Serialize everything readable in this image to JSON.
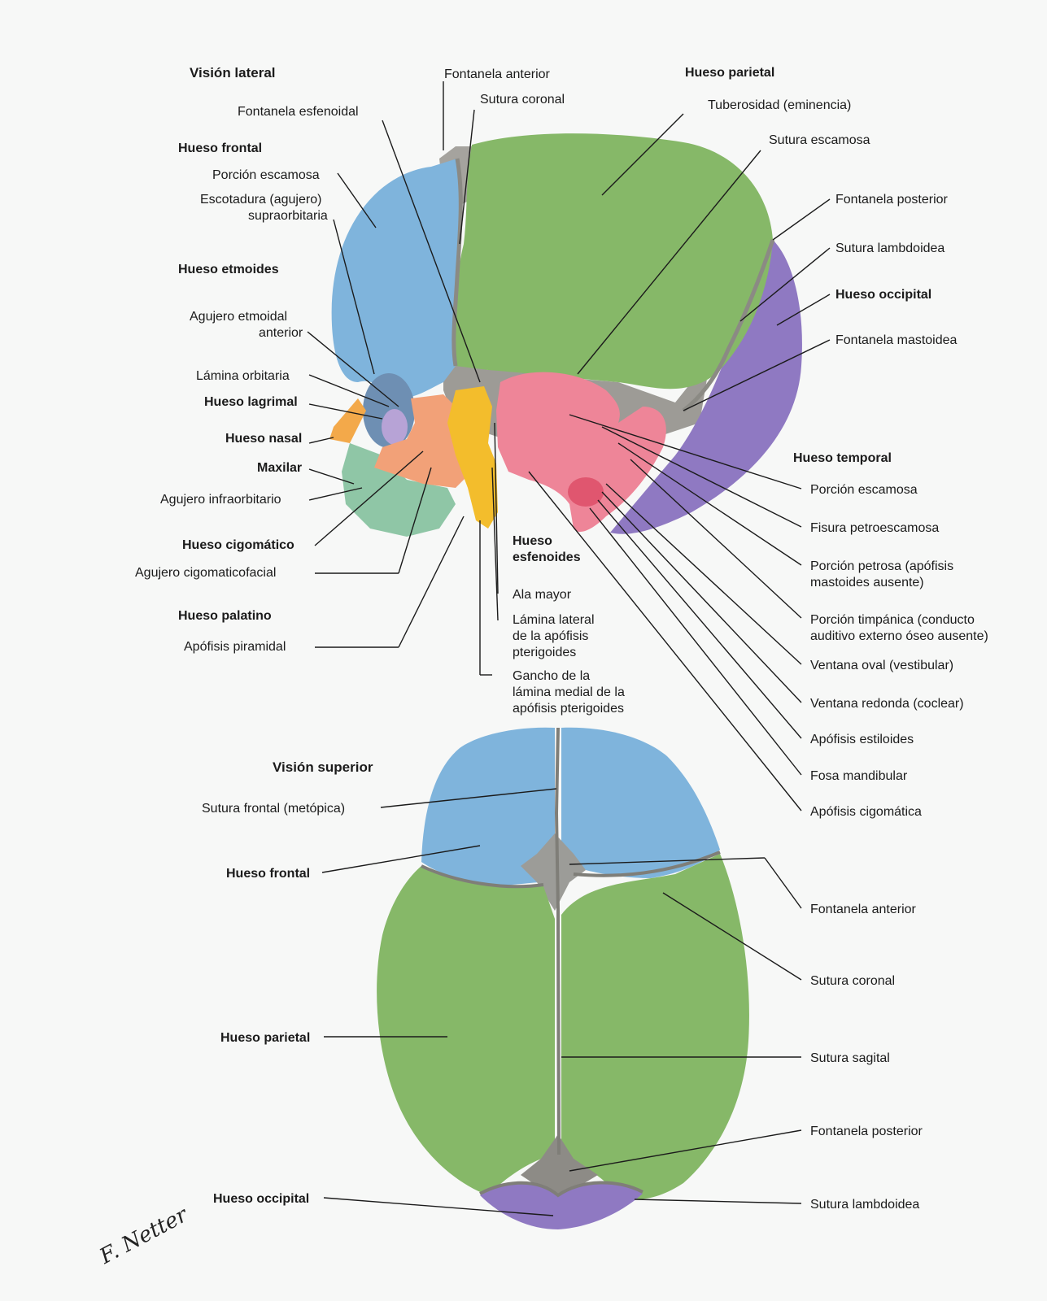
{
  "lateral": {
    "title": "Visión lateral",
    "frontal": "Hueso frontal",
    "porcion_escamosa_frontal": "Porción escamosa",
    "escotadura_1": "Escotadura (agujero)",
    "escotadura_2": "supraorbitaria",
    "etmoides": "Hueso etmoides",
    "agujero_etmoidal_1": "Agujero etmoidal",
    "agujero_etmoidal_2": "anterior",
    "lamina_orbitaria": "Lámina orbitaria",
    "lagrimal": "Hueso lagrimal",
    "nasal": "Hueso nasal",
    "maxilar": "Maxilar",
    "infraorbitario": "Agujero infraorbitario",
    "cigomatico": "Hueso cigomático",
    "cigomaticofacial": "Agujero cigomaticofacial",
    "palatino": "Hueso palatino",
    "piramidal": "Apófisis piramidal",
    "fontanela_anterior": "Fontanela anterior",
    "fontanela_esfenoidal": "Fontanela esfenoidal",
    "sutura_coronal": "Sutura coronal",
    "parietal": "Hueso parietal",
    "tuberosidad": "Tuberosidad (eminencia)",
    "sutura_escamosa": "Sutura escamosa",
    "fontanela_posterior": "Fontanela posterior",
    "sutura_lambdoidea": "Sutura lambdoidea",
    "occipital": "Hueso occipital",
    "fontanela_mastoidea": "Fontanela mastoidea",
    "temporal": "Hueso temporal",
    "porcion_escamosa_temporal": "Porción escamosa",
    "fisura": "Fisura petroescamosa",
    "petrosa_1": "Porción petrosa (apófisis",
    "petrosa_2": "mastoides ausente)",
    "timpanica_1": "Porción timpánica (conducto",
    "timpanica_2": "auditivo externo óseo ausente)",
    "ventana_oval": "Ventana oval (vestibular)",
    "ventana_redonda": "Ventana redonda (coclear)",
    "estiloides": "Apófisis estiloides",
    "fosa_mandibular": "Fosa mandibular",
    "apofisis_cigomatica": "Apófisis cigomática",
    "esfenoides_1": "Hueso",
    "esfenoides_2": "esfenoides",
    "ala_mayor": "Ala mayor",
    "lamina_lateral_1": "Lámina lateral",
    "lamina_lateral_2": "de la apófisis",
    "lamina_lateral_3": "pterigoides",
    "gancho_1": "Gancho de la",
    "gancho_2": "lámina medial de la",
    "gancho_3": "apófisis pterigoides"
  },
  "superior": {
    "title": "Visión superior",
    "sutura_frontal": "Sutura frontal (metópica)",
    "frontal": "Hueso frontal",
    "parietal": "Hueso parietal",
    "occipital": "Hueso occipital",
    "fontanela_anterior": "Fontanela anterior",
    "sutura_coronal": "Sutura coronal",
    "sutura_sagital": "Sutura sagital",
    "fontanela_posterior": "Fontanela posterior",
    "sutura_lambdoidea": "Sutura lambdoidea"
  },
  "signature": "F. Netter",
  "colors": {
    "frontal": "#7fb4dc",
    "parietal": "#86b868",
    "occipital": "#8f79c2",
    "temporal": "#ee8598",
    "sphenoid": "#f3bd2c",
    "zygomatic": "#f2a178",
    "maxilla": "#8fc6a6",
    "fontanel": "#9c9c98"
  }
}
